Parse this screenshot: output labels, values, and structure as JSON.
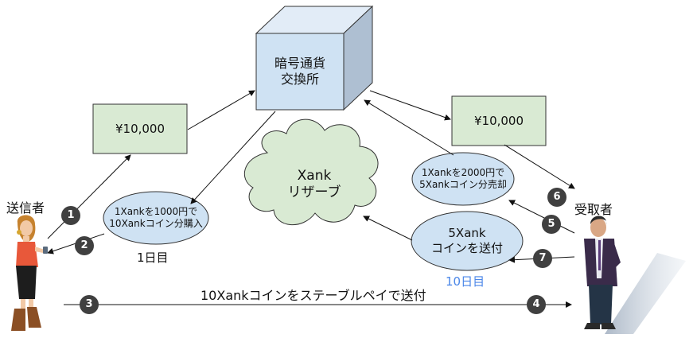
{
  "exchange": {
    "line1": "暗号通貨",
    "line2": "交換所"
  },
  "reserve": {
    "line1": "Xank",
    "line2": "リザーブ"
  },
  "yen_left": "¥10,000",
  "yen_right": "¥10,000",
  "buy_bubble": {
    "line1": "1Xankを1000円で",
    "line2": "10Xankコイン分購入"
  },
  "sell_bubble": {
    "line1": "1Xankを2000円で",
    "line2": "5Xankコイン分売却"
  },
  "send_bubble": {
    "line1": "5Xank",
    "line2": "コインを送付"
  },
  "day1": "1日目",
  "day10": "10日目",
  "sender": "送信者",
  "receiver": "受取者",
  "bottom_label": "10Xankコインをステーブルペイで送付",
  "steps": [
    "1",
    "2",
    "3",
    "4",
    "5",
    "6",
    "7"
  ],
  "colors": {
    "exchange_fill": "#cfe2f3",
    "yen_fill": "#d9ead3",
    "bubble_fill": "#cfe2f3",
    "cloud_fill": "#d9ead3",
    "step_fill": "#404040",
    "day10_text": "#4a86e8"
  }
}
